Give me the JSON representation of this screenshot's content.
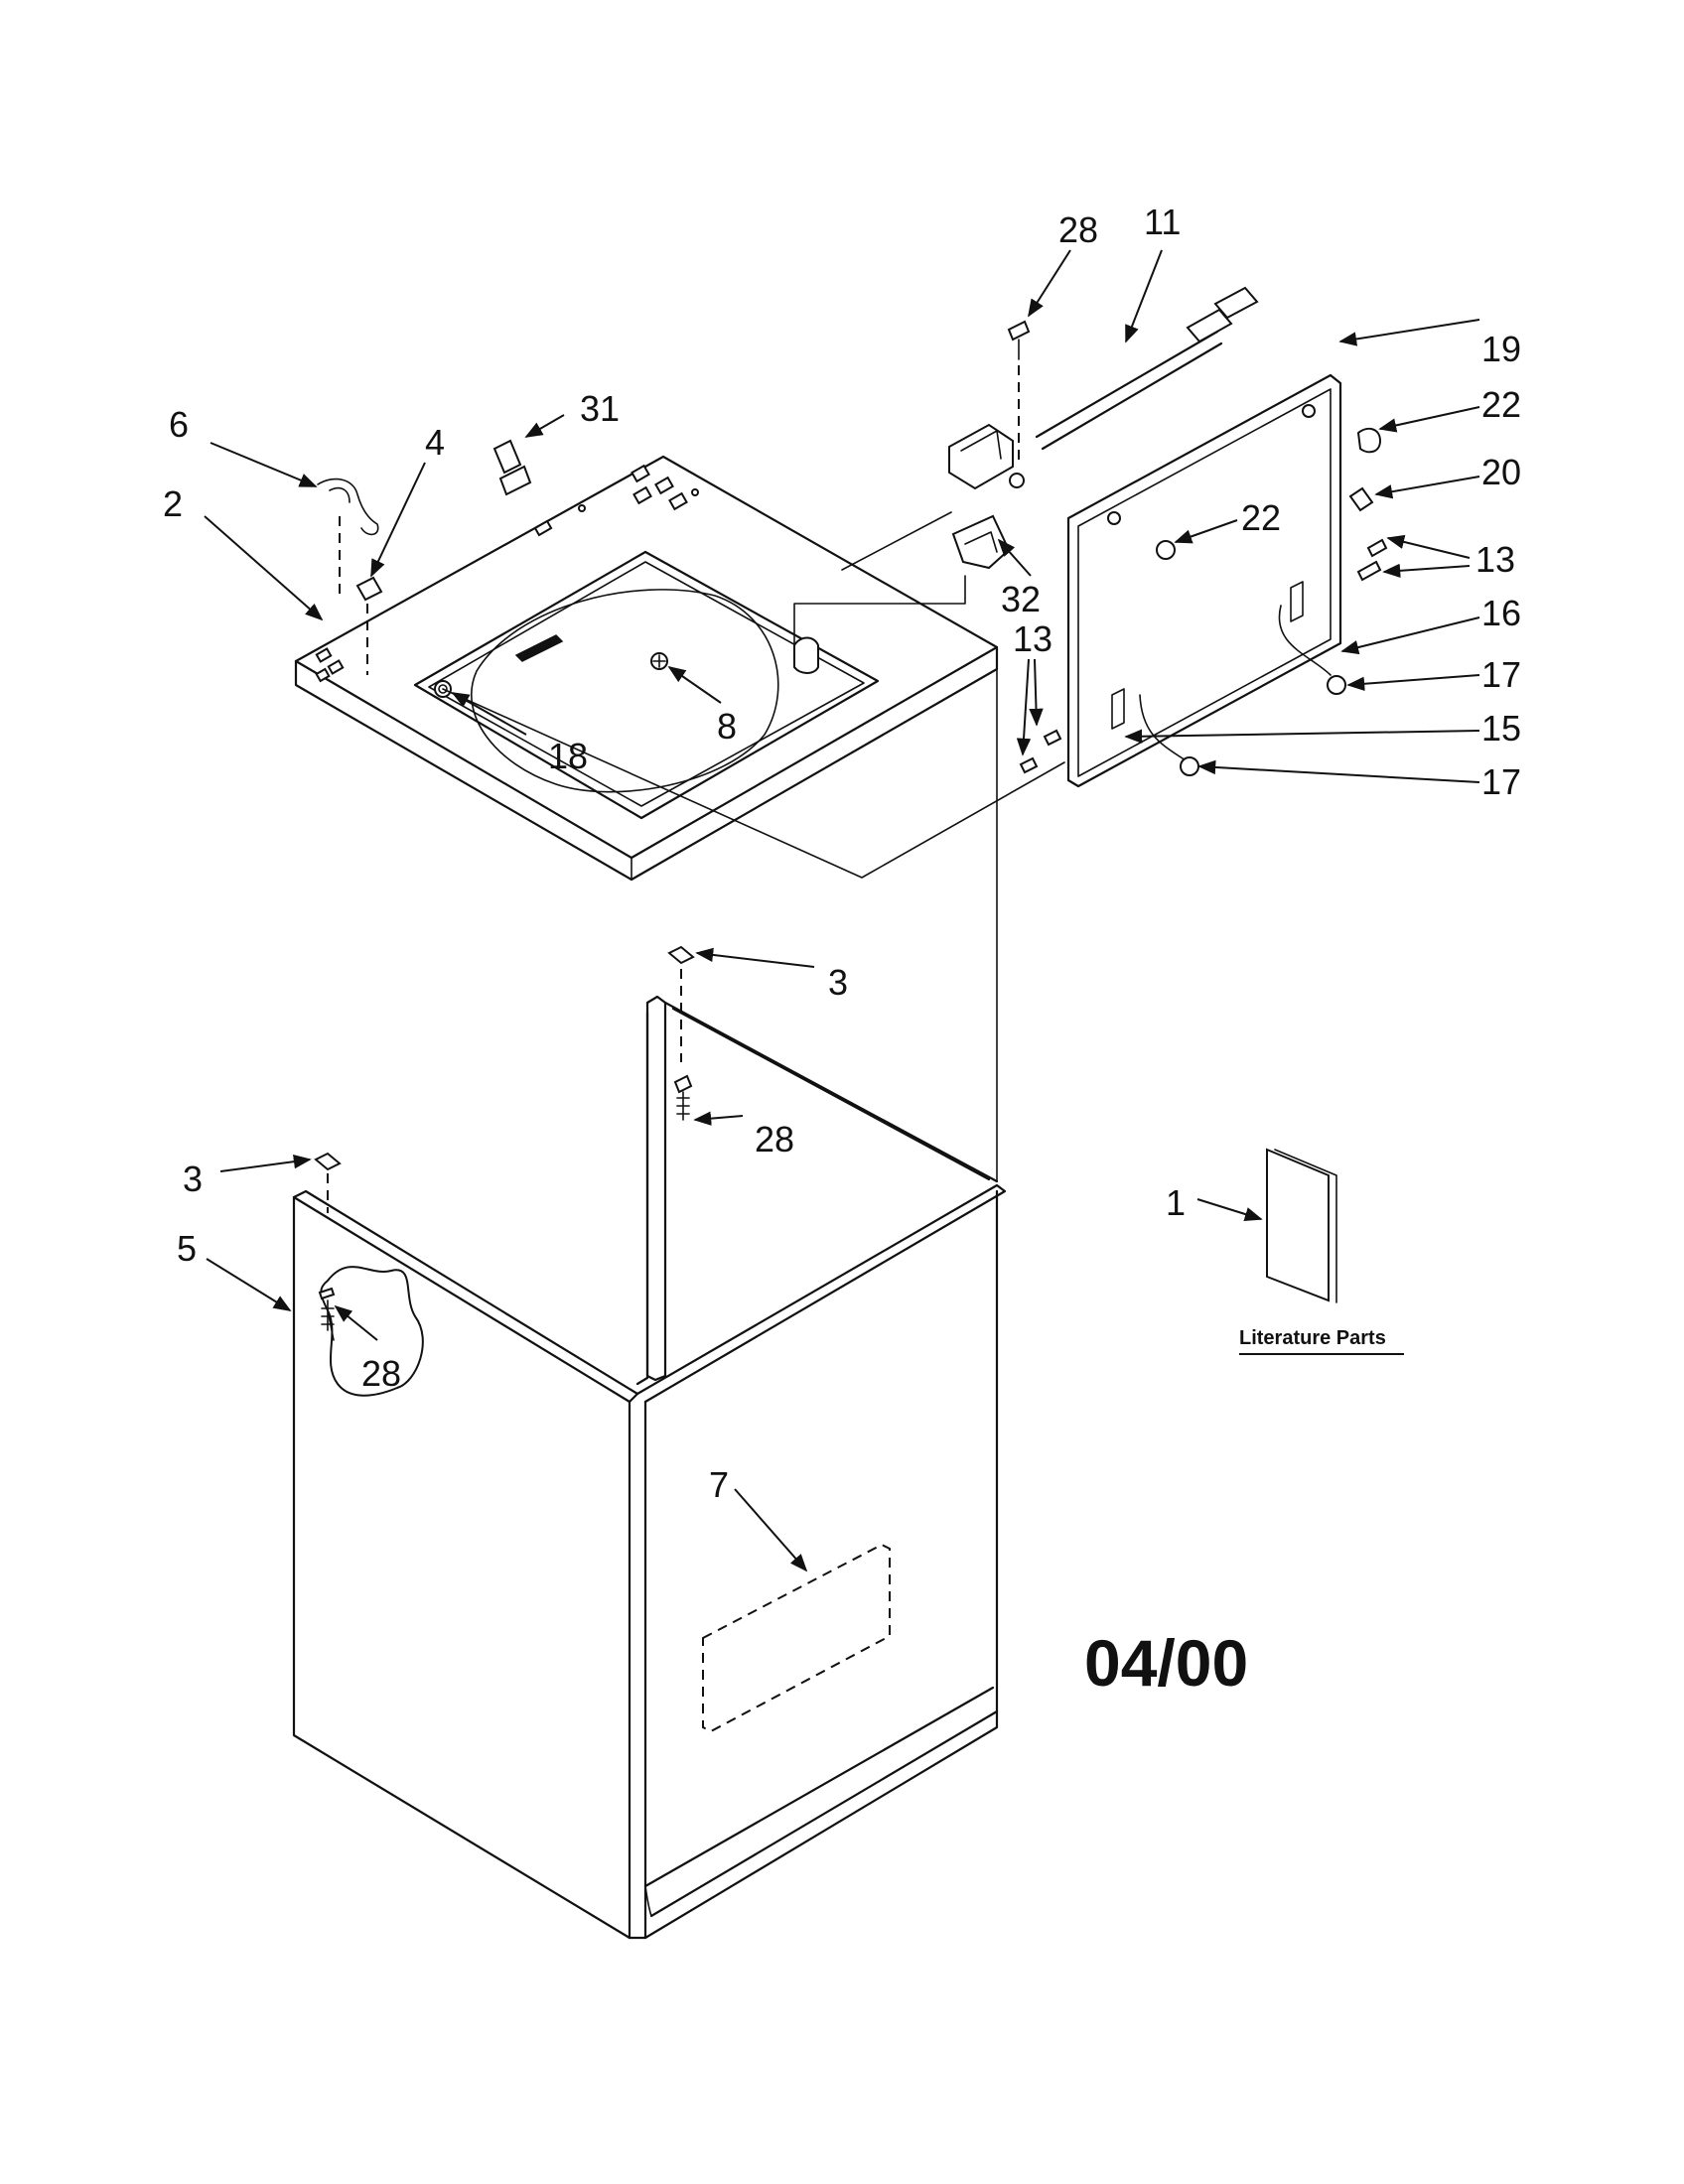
{
  "callouts": {
    "c28_top": "28",
    "c11": "11",
    "c19": "19",
    "c22_a": "22",
    "c20": "20",
    "c22_b": "22",
    "c13_a": "13",
    "c16": "16",
    "c17_a": "17",
    "c15": "15",
    "c17_b": "17",
    "c13_b": "13",
    "c32": "32",
    "c31": "31",
    "c6": "6",
    "c4": "4",
    "c2": "2",
    "c8": "8",
    "c18": "18",
    "c3_a": "3",
    "c28_mid": "28",
    "c3_b": "3",
    "c5": "5",
    "c28_low": "28",
    "c7": "7",
    "c1": "1"
  },
  "literature_label": "Literature Parts",
  "revision_date": "04/00"
}
